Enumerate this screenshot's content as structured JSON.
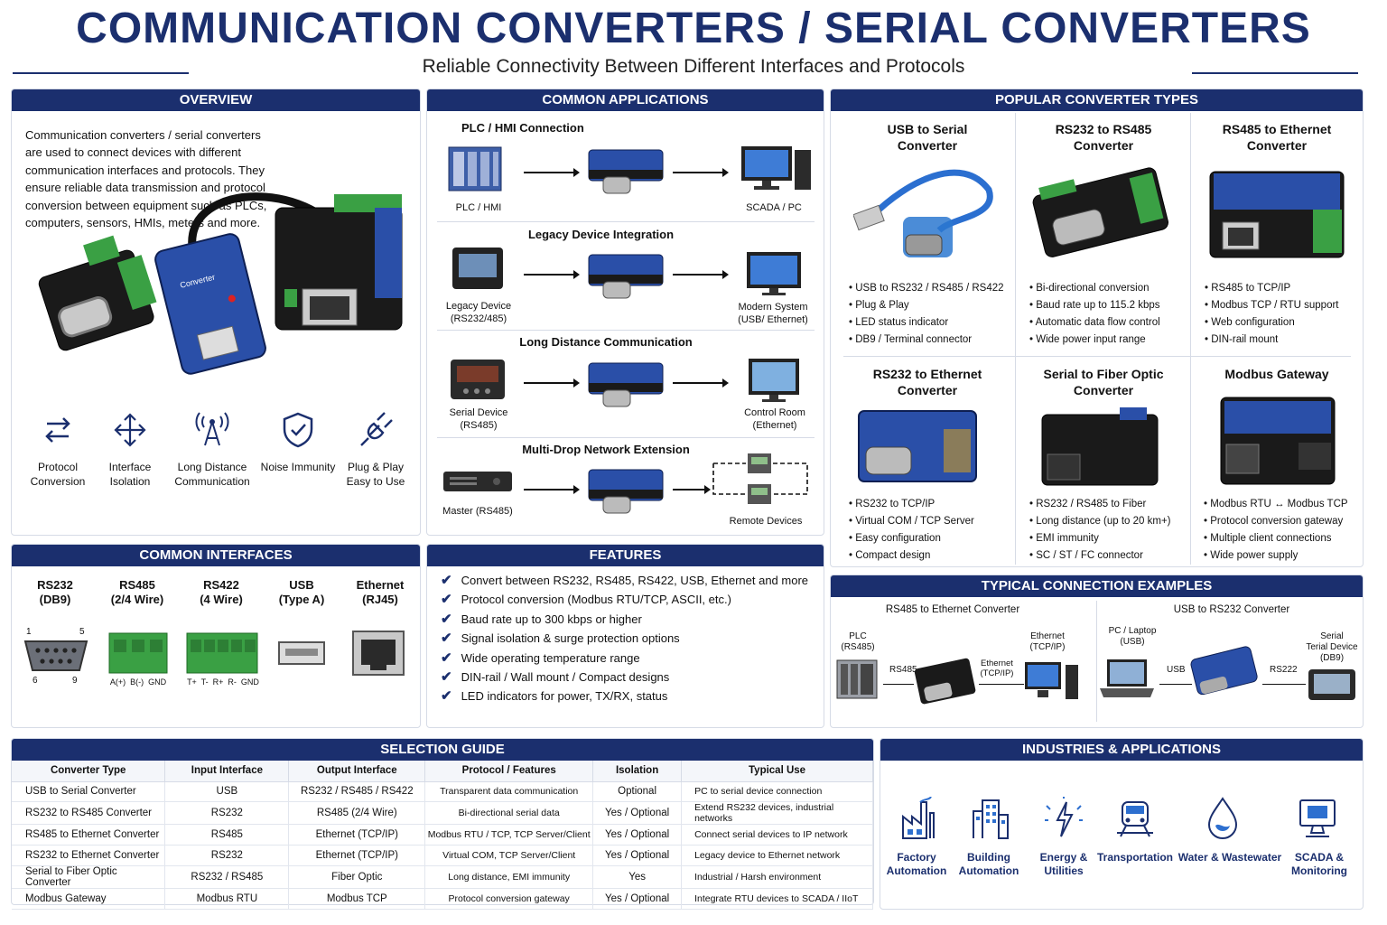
{
  "header": {
    "title": "COMMUNICATION CONVERTERS / SERIAL CONVERTERS",
    "subtitle": "Reliable Connectivity Between Different Interfaces and Protocols"
  },
  "colors": {
    "navy": "#1b2f6e",
    "device_blue": "#2a4fa8",
    "terminal_green": "#3aa044"
  },
  "overview": {
    "heading": "OVERVIEW",
    "text": "Communication converters / serial converters are used to connect devices with different communication interfaces and protocols. They ensure reliable data transmission and protocol conversion between equipment such as PLCs, computers, sensors, HMIs, meters and more.",
    "features": [
      {
        "icon": "protocol-conversion-icon",
        "label1": "Protocol",
        "label2": "Conversion"
      },
      {
        "icon": "interface-isolation-icon",
        "label1": "Interface",
        "label2": "Isolation"
      },
      {
        "icon": "antenna-icon",
        "label1": "Long Distance",
        "label2": "Communication"
      },
      {
        "icon": "shield-icon",
        "label1": "Noise Immunity",
        "label2": ""
      },
      {
        "icon": "plug-icon",
        "label1": "Plug & Play",
        "label2": "Easy to Use"
      }
    ]
  },
  "applications": {
    "heading": "COMMON APPLICATIONS",
    "items": [
      {
        "title": "PLC / HMI  Connection",
        "left": "PLC / HMI",
        "left2": "",
        "right": "SCADA / PC",
        "right2": ""
      },
      {
        "title": "Legacy Device Integration",
        "left": "Legacy Device",
        "left2": "(RS232/485)",
        "right": "Modern System",
        "right2": "(USB/ Ethernet)"
      },
      {
        "title": "Long Distance Communication",
        "left": "Serial Device",
        "left2": "(RS485)",
        "right": "Control Room",
        "right2": "(Ethernet)"
      },
      {
        "title": "Multi-Drop Network Extension",
        "left": "Master (RS485)",
        "left2": "",
        "right": "Remote Devices",
        "right2": ""
      }
    ]
  },
  "types": {
    "heading": "POPULAR CONVERTER TYPES",
    "items": [
      {
        "title1": "USB to Serial",
        "title2": "Converter",
        "bullets": [
          "USB to RS232 / RS485 / RS422",
          "Plug & Play",
          "LED status indicator",
          "DB9 / Terminal connector"
        ]
      },
      {
        "title1": "RS232 to RS485",
        "title2": "Converter",
        "bullets": [
          "Bi-directional conversion",
          "Baud rate up to 115.2 kbps",
          "Automatic data flow control",
          "Wide power input range"
        ]
      },
      {
        "title1": "RS485 to Ethernet",
        "title2": "Converter",
        "bullets": [
          "RS485 to TCP/IP",
          "Modbus TCP / RTU support",
          "Web configuration",
          "DIN-rail mount"
        ]
      },
      {
        "title1": "RS232 to Ethernet",
        "title2": "Converter",
        "bullets": [
          "RS232 to TCP/IP",
          "Virtual COM / TCP Server",
          "Easy configuration",
          "Compact design"
        ]
      },
      {
        "title1": "Serial to Fiber Optic",
        "title2": "Converter",
        "bullets": [
          "RS232 / RS485 to Fiber",
          "Long distance (up to 20 km+)",
          "EMI immunity",
          "SC / ST / FC connector"
        ]
      },
      {
        "title1": "Modbus Gateway",
        "title2": "",
        "bullets": [
          "Modbus RTU ↔ Modbus TCP",
          "Protocol conversion gateway",
          "Multiple client connections",
          "Wide power supply"
        ]
      }
    ]
  },
  "interfaces": {
    "heading": "COMMON INTERFACES",
    "items": [
      {
        "name": "RS232",
        "sub": "(DB9)"
      },
      {
        "name": "RS485",
        "sub": "(2/4 Wire)"
      },
      {
        "name": "RS422",
        "sub": "(4 Wire)"
      },
      {
        "name": "USB",
        "sub": "(Type A)"
      },
      {
        "name": "Ethernet",
        "sub": "(RJ45)"
      }
    ],
    "db9_pins": {
      "p1": "1",
      "p5": "5",
      "p6": "6",
      "p9": "9"
    },
    "rs485_pins": "A(+)  B(-)  GND",
    "rs422_pins": "T+  T-  R+  R-  GND"
  },
  "features": {
    "heading": "FEATURES",
    "items": [
      "Convert between RS232, RS485, RS422, USB, Ethernet and more",
      "Protocol conversion (Modbus RTU/TCP, ASCII, etc.)",
      "Baud rate up to 300 kbps or higher",
      "Signal isolation & surge protection options",
      "Wide operating temperature range",
      "DIN-rail / Wall mount / Compact designs",
      "LED indicators for power, TX/RX, status"
    ]
  },
  "examples": {
    "heading": "TYPICAL CONNECTION EXAMPLES",
    "left": {
      "title": "RS485 to Ethernet Converter",
      "dev1": "PLC",
      "dev1b": "(RS485)",
      "link1": "RS485",
      "dev2": "Ethernet",
      "dev2b": "(TCP/IP)",
      "link2": "Ethernet",
      "link2b": "(TCP/IP)"
    },
    "right": {
      "title": "USB to RS232 Converter",
      "dev1": "PC / Laptop",
      "dev1b": "(USB)",
      "link1": "USB",
      "dev2": "Serial",
      "dev2b": "Terial Device",
      "dev2c": "(DB9)",
      "link2": "RS222"
    }
  },
  "selection": {
    "heading": "SELECTION GUIDE",
    "columns": [
      "Converter Type",
      "Input Interface",
      "Output Interface",
      "Protocol / Features",
      "Isolation",
      "Typical Use"
    ],
    "rows": [
      [
        "USB to Serial Converter",
        "USB",
        "RS232 / RS485 / RS422",
        "Transparent data communication",
        "Optional",
        "PC to serial device connection"
      ],
      [
        "RS232 to RS485 Converter",
        "RS232",
        "RS485 (2/4 Wire)",
        "Bi-directional serial data",
        "Yes / Optional",
        "Extend RS232 devices, industrial networks"
      ],
      [
        "RS485 to Ethernet Converter",
        "RS485",
        "Ethernet (TCP/IP)",
        "Modbus RTU / TCP, TCP Server/Client",
        "Yes / Optional",
        "Connect serial devices to IP network"
      ],
      [
        "RS232 to Ethernet Converter",
        "RS232",
        "Ethernet (TCP/IP)",
        "Virtual COM, TCP Server/Client",
        "Yes / Optional",
        "Legacy device to Ethernet network"
      ],
      [
        "Serial to Fiber Optic Converter",
        "RS232 / RS485",
        "Fiber Optic",
        "Long distance, EMI immunity",
        "Yes",
        "Industrial / Harsh environment"
      ],
      [
        "Modbus Gateway",
        "Modbus RTU",
        "Modbus TCP",
        "Protocol conversion gateway",
        "Yes / Optional",
        "Integrate RTU devices to SCADA / IIoT"
      ]
    ]
  },
  "industries": {
    "heading": "INDUSTRIES & APPLICATIONS",
    "items": [
      {
        "icon": "factory-icon",
        "l1": "Factory",
        "l2": "Automation"
      },
      {
        "icon": "building-icon",
        "l1": "Building",
        "l2": "Automation"
      },
      {
        "icon": "energy-icon",
        "l1": "Energy &",
        "l2": "Utilities"
      },
      {
        "icon": "transportation-icon",
        "l1": "Transportation",
        "l2": ""
      },
      {
        "icon": "water-drop-icon",
        "l1": "Water & Wastewater",
        "l2": ""
      },
      {
        "icon": "scada-monitor-icon",
        "l1": "SCADA &",
        "l2": "Monitoring"
      }
    ]
  }
}
